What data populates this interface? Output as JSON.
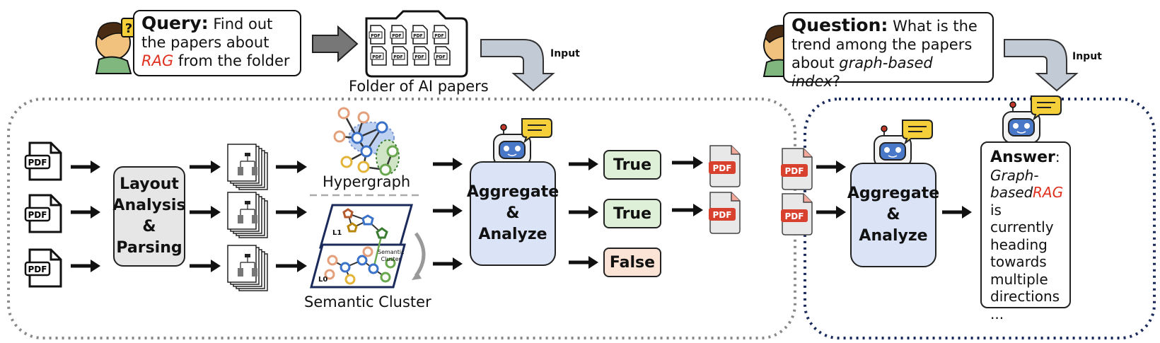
{
  "query": {
    "label": "Query:",
    "line1": "Find out",
    "line2": "the papers about",
    "rag": "RAG",
    "line3_rest": "from the folder"
  },
  "folder": {
    "caption": "Folder of AI papers",
    "file_label": "PDF"
  },
  "input_label": "Input",
  "question": {
    "label": "Question:",
    "line1": "What is the",
    "line2": "trend among the papers",
    "line3_start": "about",
    "line3_italic": "graph-based index",
    "line3_end": "?"
  },
  "pdf_icon_label": "PDF",
  "layout_box": {
    "line1": "Layout",
    "line2": "Analysis",
    "line3": "&",
    "line4": "Parsing"
  },
  "hypergraph_label": "Hypergraph",
  "semantic_cluster_label": "Semantic Cluster",
  "semantic_cluster_small": "Semantic",
  "semantic_cluster_small2": "Cluster",
  "layer_l1": "L1",
  "layer_l0": "L0",
  "aggregate_box": {
    "line1": "Aggregate",
    "line2": "&",
    "line3": "Analyze"
  },
  "results": [
    "True",
    "True",
    "False"
  ],
  "answer": {
    "label": "Answer",
    "colon": ":",
    "graph_based": "Graph-based",
    "rag": "RAG",
    "rest": [
      "is currently",
      "heading",
      "towards",
      "multiple",
      "directions",
      "..."
    ]
  },
  "colors": {
    "layout_fill": "#e6e6e6",
    "aggregate_fill": "#dbe4f6",
    "true_fill": "#dff0d8",
    "false_fill": "#fbe3d5",
    "pdf_red": "#d9412f",
    "dotted_left": "#888888",
    "dotted_right": "#1a2a5a"
  }
}
